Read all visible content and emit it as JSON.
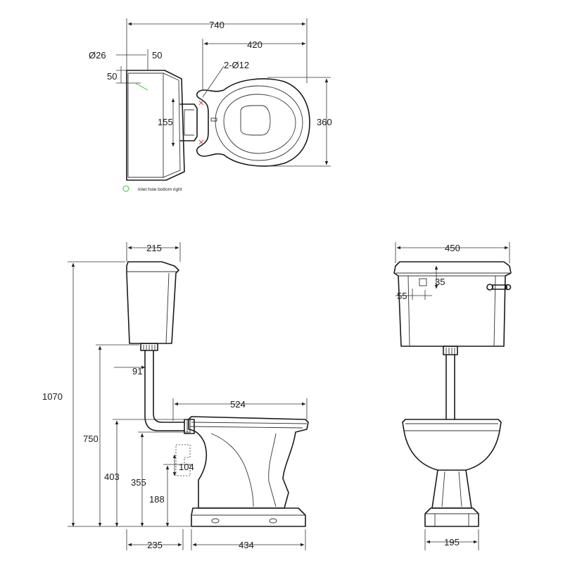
{
  "dimensions": {
    "top": {
      "overall_width": "740",
      "bowl_length": "420",
      "inlet_diameter": "Ø26",
      "inlet_offset_x": "50",
      "inlet_offset_y": "50",
      "fixing_holes": "2-Ø12",
      "cistern_depth": "155",
      "bowl_width": "360",
      "note": "Inlet hole bottom right"
    },
    "side": {
      "cistern_depth": "215",
      "overall_height": "1070",
      "pipe_offset": "91",
      "bowl_length": "524",
      "cistern_base_height": "750",
      "rim_height": "403",
      "outlet_height": "355",
      "outlet_diameter": "104",
      "outlet_center_height": "188",
      "outlet_to_wall": "235",
      "base_length": "434"
    },
    "front": {
      "cistern_width": "450",
      "lever_height": "35",
      "lever_offset": "55",
      "pedestal_width": "195"
    }
  },
  "colors": {
    "line": "#1a1a1a",
    "fixing_holes": "#d04040",
    "inlet_marker": "#39c039"
  }
}
